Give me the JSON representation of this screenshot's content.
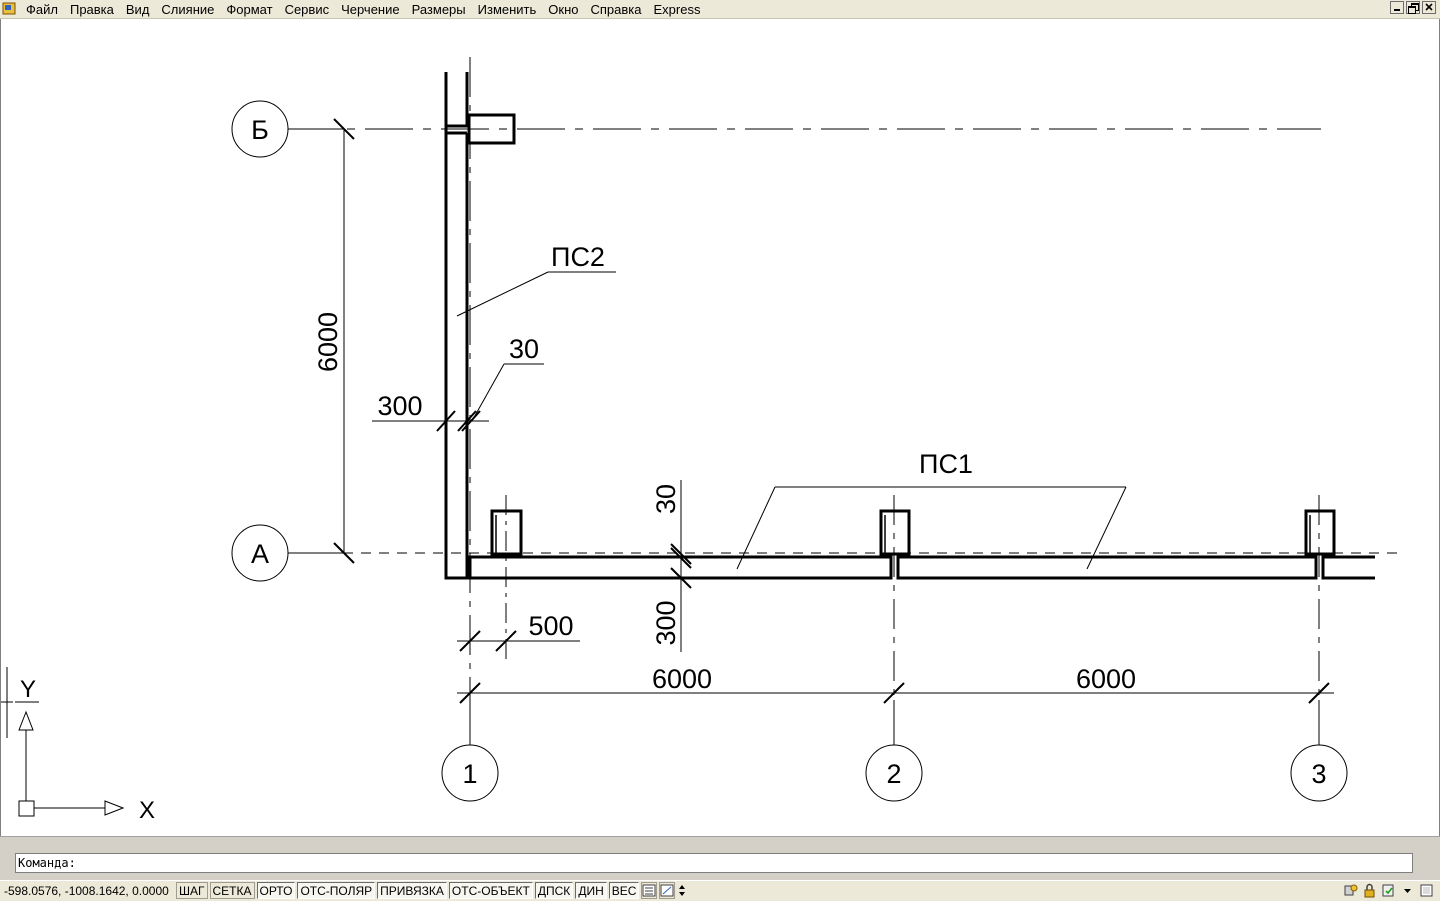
{
  "menu": [
    "Файл",
    "Правка",
    "Вид",
    "Слияние",
    "Формат",
    "Сервис",
    "Черчение",
    "Размеры",
    "Изменить",
    "Окно",
    "Справка",
    "Express"
  ],
  "drawing": {
    "axes_rows": [
      "Б",
      "А"
    ],
    "axes_cols": [
      "1",
      "2",
      "3"
    ],
    "labels": {
      "ps2": "ПС2",
      "ps1": "ПС1"
    },
    "dims": {
      "vertical_6000": "6000",
      "thickness_300_left": "300",
      "gap_30_left": "30",
      "gap_30_bottom": "30",
      "thickness_300_bottom": "300",
      "offset_500": "500",
      "span_1_2": "6000",
      "span_2_3": "6000"
    },
    "ucs": {
      "x": "X",
      "y": "Y"
    }
  },
  "command": {
    "prompt": "Команда:"
  },
  "status": {
    "coords": "-598.0576, -1008.1642, 0.0000",
    "toggles": [
      "ШАГ",
      "СЕТКА",
      "ОРТО",
      "ОТС-ПОЛЯР",
      "ПРИВЯЗКА",
      "ОТС-ОБЪЕКТ",
      "ДПСК",
      "ДИН",
      "ВЕС"
    ],
    "pressed": [
      "ОРТО",
      "ОТС-ПОЛЯР",
      "ПРИВЯЗКА",
      "ОТС-ОБЪЕКТ",
      "ДПСК",
      "ДИН",
      "ВЕС"
    ]
  }
}
